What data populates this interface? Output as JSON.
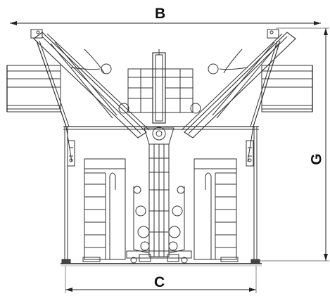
{
  "dimensions": {
    "top_label": "B",
    "bottom_label": "C",
    "side_label": "G"
  }
}
